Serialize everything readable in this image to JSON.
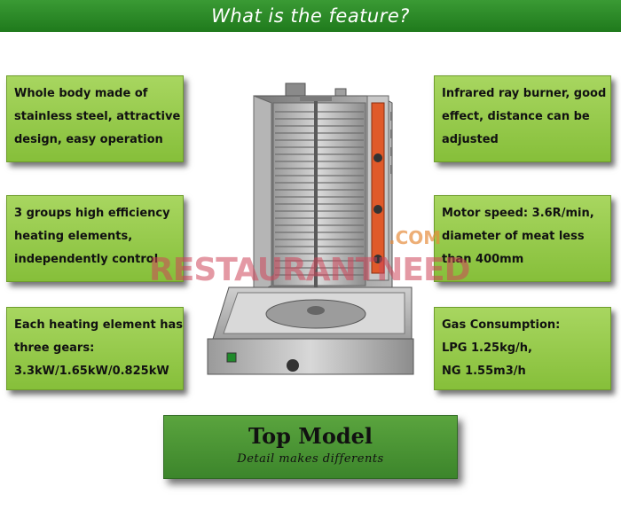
{
  "banner": {
    "title": "What is the feature?"
  },
  "features_left": [
    {
      "lines": [
        "Whole body made of",
        "stainless steel, attractive",
        "design, easy operation"
      ]
    },
    {
      "lines": [
        "3 groups high efficiency",
        "heating elements,",
        "independently control"
      ]
    },
    {
      "lines": [
        "Each heating element has",
        "three gears:",
        "3.3kW/1.65kW/0.825kW"
      ]
    }
  ],
  "features_right": [
    {
      "lines": [
        "Infrared ray burner, good",
        "effect, distance can be",
        "adjusted"
      ]
    },
    {
      "lines": [
        "Motor speed: 3.6R/min,",
        "diameter of meat less",
        "than 400mm"
      ]
    },
    {
      "lines": [
        "Gas Consumption:",
        "LPG 1.25kg/h,",
        "NG 1.55m3/h"
      ]
    }
  ],
  "top_model": {
    "title": "Top Model",
    "subtitle": "Detail makes differents"
  },
  "watermark": {
    "brand": "RESTAURANTNEED",
    "suffix": ".COM"
  },
  "colors": {
    "banner": "#2a8a26",
    "feature_box": "#98cb4c",
    "top_model": "#4c9636",
    "watermark": "#cd465a"
  }
}
